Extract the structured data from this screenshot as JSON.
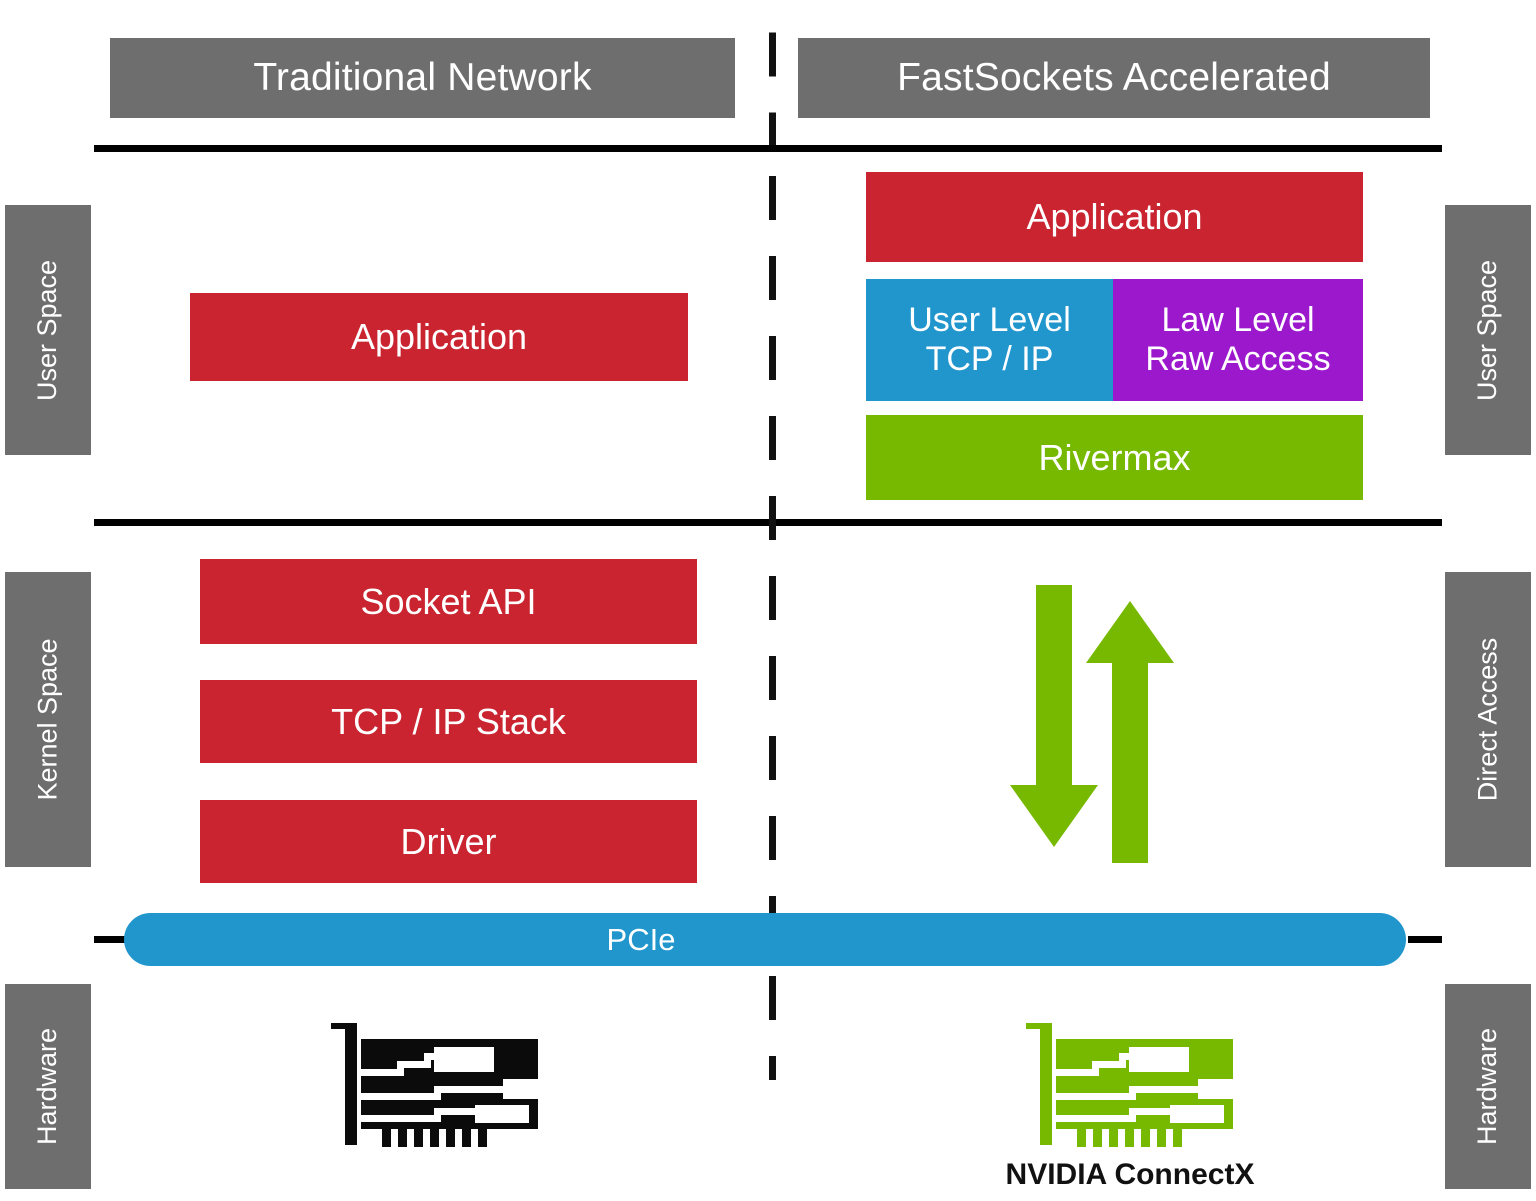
{
  "columns": {
    "left": {
      "title": "Traditional Network"
    },
    "right": {
      "title": "FastSockets Accelerated"
    }
  },
  "side_labels": {
    "left": [
      {
        "text": "User Space"
      },
      {
        "text": "Kernel Space"
      },
      {
        "text": "Hardware"
      }
    ],
    "right": [
      {
        "text": "User Space"
      },
      {
        "text": "Direct Access"
      },
      {
        "text": "Hardware"
      }
    ]
  },
  "left_stack": {
    "user_space": [
      {
        "label": "Application",
        "color": "#c9242f"
      }
    ],
    "kernel_space": [
      {
        "label": "Socket API",
        "color": "#c9242f"
      },
      {
        "label": "TCP / IP Stack",
        "color": "#c9242f"
      },
      {
        "label": "Driver",
        "color": "#c9242f"
      }
    ],
    "hardware": {
      "icon": "network-interface-card-icon",
      "caption": ""
    }
  },
  "right_stack": {
    "user_space": [
      {
        "label": "Application",
        "color": "#c9242f"
      },
      {
        "label_line1": "User Level",
        "label_line2": "TCP / IP",
        "color": "#2196cd"
      },
      {
        "label_line1": "Law Level",
        "label_line2": "Raw Access",
        "color": "#9b18cd"
      },
      {
        "label": "Rivermax",
        "color": "#76b900"
      }
    ],
    "direct_access": {
      "down_arrow": "down-arrow-icon",
      "up_arrow": "up-arrow-icon",
      "color": "#76b900"
    },
    "hardware": {
      "icon": "nvidia-connectx-card-icon",
      "caption": "NVIDIA ConnectX"
    }
  },
  "bus": {
    "label": "PCIe",
    "color": "#2196cd"
  },
  "theme": {
    "header_bg": "#6e6e6e",
    "red": "#c9242f",
    "blue": "#2196cd",
    "purple": "#9b18cd",
    "green": "#76b900",
    "rule": "#000000",
    "background": "#ffffff"
  }
}
